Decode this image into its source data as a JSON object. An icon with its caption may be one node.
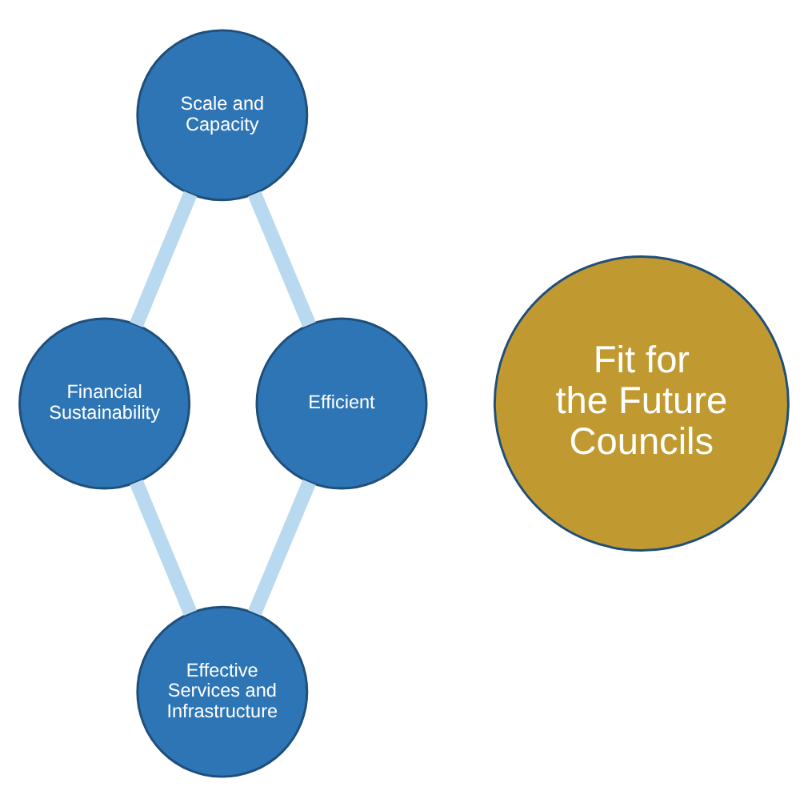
{
  "diagram": {
    "nodes": [
      {
        "text": [
          "Scale and Capacity"
        ]
      },
      {
        "text": [
          "Efficient"
        ]
      },
      {
        "text": [
          "Fit for the Future Councils"
        ]
      },
      {
        "text": [
          "Financial Sustainability"
        ]
      },
      {
        "text": [
          "Effective Services and Infrastructure"
        ]
      }
    ],
    "edges": [
      {
        "from": 0,
        "to": 3,
        "arrow": "none"
      },
      {
        "from": 3,
        "to": 4,
        "arrow": "none"
      },
      {
        "from": 4,
        "to": 1,
        "arrow": "none"
      },
      {
        "from": 1,
        "to": 0,
        "arrow": "none"
      }
    ]
  }
}
